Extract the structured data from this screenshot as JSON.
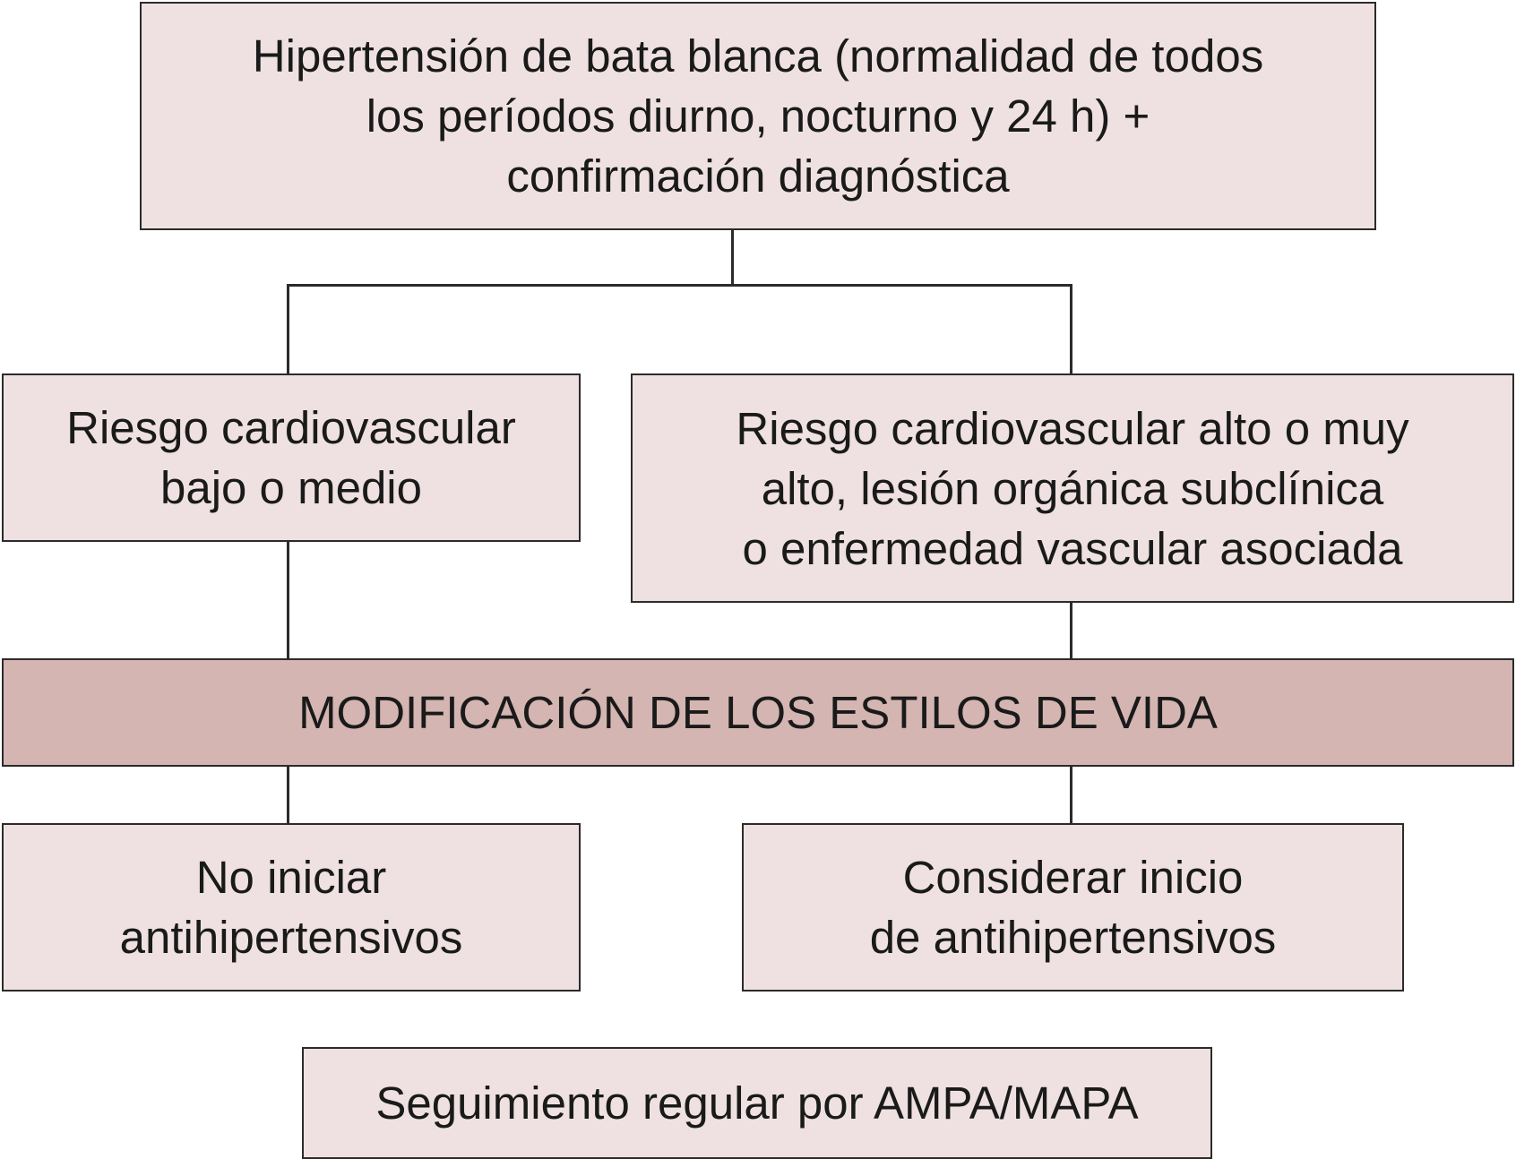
{
  "diagram": {
    "top_box": "Hipertensión de bata blanca (normalidad de todos\nlos períodos diurno, nocturno y 24 h) +\nconfirmación diagnóstica",
    "low_risk_box": "Riesgo cardiovascular\nbajo o medio",
    "high_risk_box": "Riesgo cardiovascular alto o muy\nalto, lesión orgánica subclínica\no enfermedad vascular asociada",
    "lifestyle_band": "MODIFICACIÓN DE LOS ESTILOS DE VIDA",
    "no_start_box": "No iniciar\nantihipertensivos",
    "consider_box": "Considerar inicio\nde antihipertensivos",
    "followup_box": "Seguimiento regular por AMPA/MAPA"
  },
  "colors": {
    "box_fill": "#efe1e1",
    "band_fill": "#d4b5b2",
    "border": "#2b2b2b"
  }
}
